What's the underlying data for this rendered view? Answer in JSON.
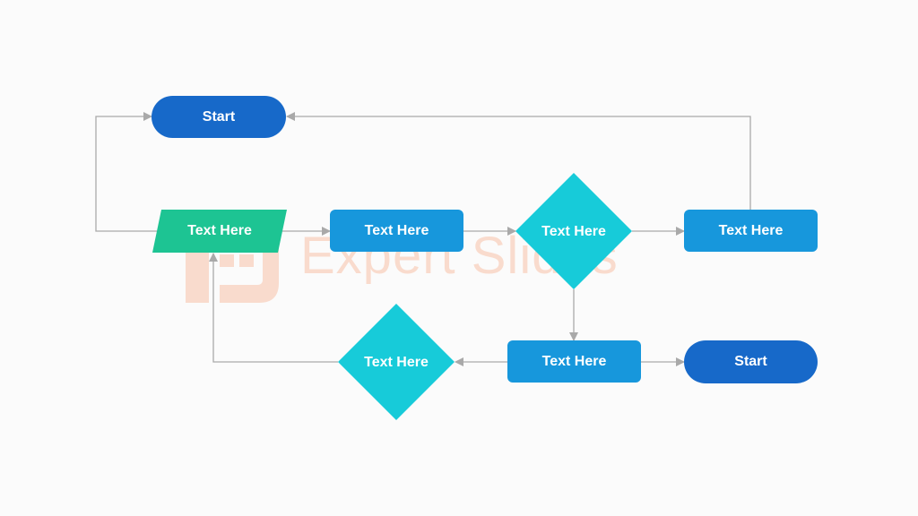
{
  "diagram": {
    "type": "flowchart",
    "nodes": {
      "start_top": {
        "label": "Start",
        "shape": "terminal"
      },
      "input": {
        "label": "Text Here",
        "shape": "parallelogram"
      },
      "process_1": {
        "label": "Text Here",
        "shape": "process"
      },
      "decision_1": {
        "label": "Text Here",
        "shape": "diamond"
      },
      "process_2": {
        "label": "Text Here",
        "shape": "process"
      },
      "process_3": {
        "label": "Text Here",
        "shape": "process"
      },
      "end_bottom": {
        "label": "Start",
        "shape": "terminal"
      },
      "decision_2": {
        "label": "Text Here",
        "shape": "diamond"
      }
    },
    "edges": [
      {
        "from": "input",
        "to": "start_top"
      },
      {
        "from": "input",
        "to": "process_1"
      },
      {
        "from": "process_1",
        "to": "decision_1"
      },
      {
        "from": "decision_1",
        "to": "process_2"
      },
      {
        "from": "process_2",
        "to": "start_top"
      },
      {
        "from": "decision_1",
        "to": "process_3"
      },
      {
        "from": "process_3",
        "to": "end_bottom"
      },
      {
        "from": "process_3",
        "to": "decision_2"
      },
      {
        "from": "decision_2",
        "to": "input"
      }
    ]
  },
  "watermark": {
    "text": "Expert Slides",
    "color": "#f6a27a"
  },
  "colors": {
    "terminal": "#1769c9",
    "process": "#1797dc",
    "decision": "#17cbd9",
    "input": "#1dc493",
    "connector": "#a9a9a9",
    "background": "#fbfbfb"
  }
}
